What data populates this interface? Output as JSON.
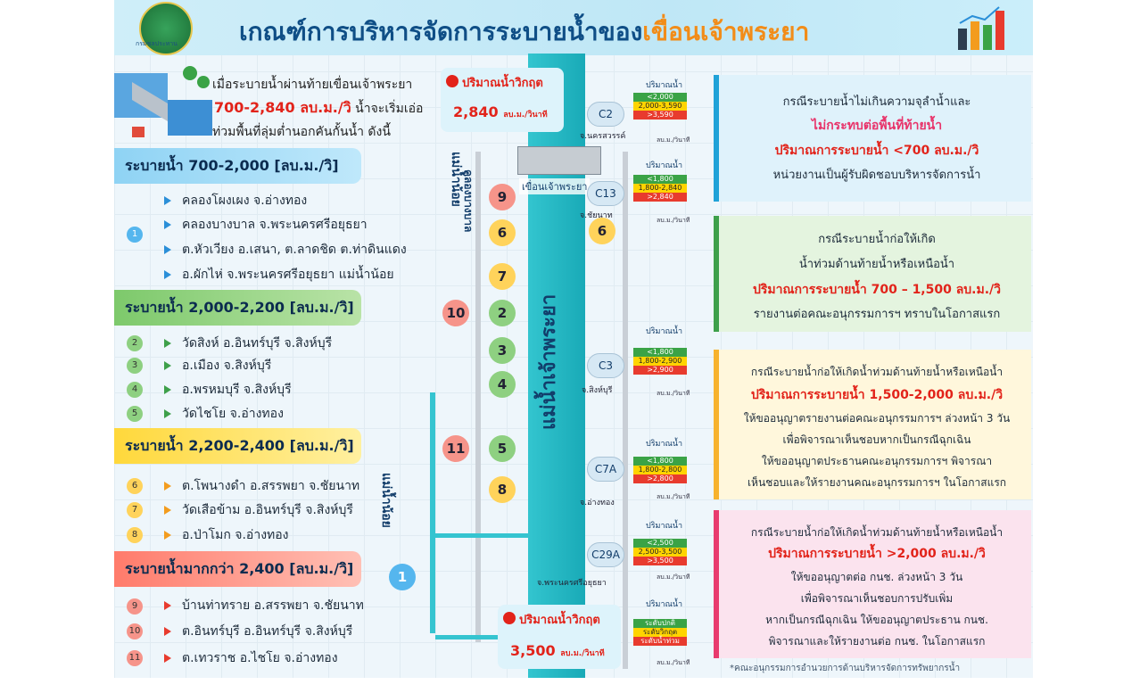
{
  "header": {
    "title_main": "เกณฑ์การบริหารจัดการระบายน้ำของ",
    "title_highlight": "เขื่อนเจ้าพระยา",
    "logo_text": "กรมชลประทาน"
  },
  "intro": {
    "line1": "เมื่อระบายน้ำผ่านท้ายเขื่อนเจ้าพระยา",
    "line2_red": "700-2,840 ลบ.ม./วิ",
    "line2_rest": " น้ำจะเริ่มเอ่อ",
    "line3": "ท่วมพื้นที่ลุ่มต่ำนอกคันกั้นน้ำ ดังนี้"
  },
  "bands": {
    "b1": "ระบายน้ำ 700-2,000 [ลบ.ม./วิ]",
    "b2": "ระบายน้ำ 2,000-2,200 [ลบ.ม./วิ]",
    "b3": "ระบายน้ำ 2,200-2,400 [ลบ.ม./วิ]",
    "b4": "ระบายน้ำมากกว่า 2,400 [ลบ.ม./วิ]"
  },
  "group1_num": "1",
  "group1": [
    "คลองโผงเผง  จ.อ่างทอง",
    "คลองบางบาล จ.พระนครศรีอยุธยา",
    "ต.หัวเวียง อ.เสนา, ต.ลาดชิด ต.ท่าดินแดง",
    "อ.ผักไห่ จ.พระนครศรีอยุธยา แม่น้ำน้อย"
  ],
  "group2": [
    {
      "num": "2",
      "text": "วัดสิงห์ อ.อินทร์บุรี จ.สิงห์บุรี"
    },
    {
      "num": "3",
      "text": "อ.เมือง จ.สิงห์บุรี"
    },
    {
      "num": "4",
      "text": "อ.พรหมบุรี จ.สิงห์บุรี"
    },
    {
      "num": "5",
      "text": "วัดไชโย จ.อ่างทอง"
    }
  ],
  "group3": [
    {
      "num": "6",
      "text": "ต.โพนางดำ อ.สรรพยา จ.ชัยนาท"
    },
    {
      "num": "7",
      "text": "วัดเสือข้าม อ.อินทร์บุรี จ.สิงห์บุรี"
    },
    {
      "num": "8",
      "text": "อ.ป่าโมก จ.อ่างทอง"
    }
  ],
  "group4": [
    {
      "num": "9",
      "text": "บ้านท่าทราย อ.สรรพยา จ.ชัยนาท"
    },
    {
      "num": "10",
      "text": "ต.อินทร์บุรี อ.อินทร์บุรี จ.สิงห์บุรี"
    },
    {
      "num": "11",
      "text": "ต.เทวราช อ.ไชโย จ.อ่างทอง"
    }
  ],
  "map": {
    "river_label": "แม่น้ำเจ้าพระยา",
    "canal1": "แม่น้ำน้อย",
    "canal2": "คลองบางบาล",
    "canal3": "แม่น้ำน้อย",
    "dam_label": "เขื่อนเจ้าพระยา",
    "crit_label": "ปริมาณน้ำวิกฤต",
    "crit_top": "2,840",
    "crit_bottom": "3,500",
    "crit_unit": "ลบ.ม./วินาที",
    "circle_labels": [
      "9",
      "6",
      "7",
      "2",
      "3",
      "4",
      "5",
      "8",
      "10",
      "11",
      "1"
    ]
  },
  "stations": [
    {
      "code": "C2",
      "place": "จ.นครสวรรค์",
      "head": "ปริมาณน้ำ",
      "g": "<2,000",
      "y": "2,000-3,590",
      "r": ">3,590",
      "unit": "ลบ.ม./วินาที"
    },
    {
      "code": "C13",
      "place": "จ.ชัยนาท",
      "head": "ปริมาณน้ำ",
      "g": "<1,800",
      "y": "1,800-2,840",
      "r": ">2,840",
      "unit": "ลบ.ม./วินาที"
    },
    {
      "code": "C3",
      "place": "จ.สิงห์บุรี",
      "head": "ปริมาณน้ำ",
      "g": "<1,800",
      "y": "1,800-2,900",
      "r": ">2,900",
      "unit": "ลบ.ม./วินาที"
    },
    {
      "code": "C7A",
      "place": "จ.อ่างทอง",
      "head": "ปริมาณน้ำ",
      "g": "<1,800",
      "y": "1,800-2,800",
      "r": ">2,800",
      "unit": "ลบ.ม./วินาที"
    },
    {
      "code": "C29A",
      "place": "จ.พระนครศรีอยุธยา",
      "head": "ปริมาณน้ำ",
      "g": "<2,500",
      "y": "2,500-3,500",
      "r": ">3,500",
      "unit": "ลบ.ม./วินาที"
    }
  ],
  "legend": {
    "head": "ปริมาณน้ำ",
    "g": "ระดับปกติ",
    "y": "ระดับวิกฤต",
    "r": "ระดับน้ำท่วม",
    "unit": "ลบ.ม./วินาที"
  },
  "cards": {
    "k1": [
      "กรณีระบายน้ำไม่เกินความจุลำน้ำและ",
      "ไม่กระทบต่อพื้นที่ท้ายน้ำ",
      "ปริมาณการระบายน้ำ <700 ลบ.ม./วิ",
      "หน่วยงานเป็นผู้รับผิดชอบบริหารจัดการน้ำ"
    ],
    "k2": [
      "กรณีระบายน้ำก่อให้เกิด",
      "น้ำท่วมด้านท้ายน้ำหรือเหนือน้ำ",
      "ปริมาณการระบายน้ำ 700 – 1,500 ลบ.ม./วิ",
      "รายงานต่อคณะอนุกรรมการฯ ทราบในโอกาสแรก"
    ],
    "k3": [
      "กรณีระบายน้ำก่อให้เกิดน้ำท่วมด้านท้ายน้ำหรือเหนือน้ำ",
      "ปริมาณการระบายน้ำ 1,500-2,000 ลบ.ม./วิ",
      "ให้ขออนุญาตรายงานต่อคณะอนุกรรมการฯ ล่วงหน้า 3 วัน",
      "เพื่อพิจารณาเห็นชอบหากเป็นกรณีฉุกเฉิน",
      "ให้ขออนุญาตประธานคณะอนุกรรมการฯ พิจารณา",
      "เห็นชอบและให้รายงานคณะอนุกรรมการฯ ในโอกาสแรก"
    ],
    "k4": [
      "กรณีระบายน้ำก่อให้เกิดน้ำท่วมด้านท้ายน้ำหรือเหนือน้ำ",
      "ปริมาณการระบายน้ำ >2,000 ลบ.ม./วิ",
      "ให้ขออนุญาตต่อ กนช. ล่วงหน้า 3 วัน",
      "เพื่อพิจารณาเห็นชอบการปรับเพิ่ม",
      "หากเป็นกรณีฉุกเฉิน ให้ขออนุญาตประธาน กนช.",
      "พิจารณาและให้รายงานต่อ กนช. ในโอกาสแรก"
    ]
  },
  "footnote": "*คณะอนุกรรมการอำนวยการด้านบริหารจัดการทรัพยากรน้ำ",
  "colors": {
    "accent": "#0f4e86",
    "critical": "#e2231a",
    "highlight": "#f28c18",
    "normal": "#3aa346",
    "warn": "#ffd400",
    "flood": "#e83b2e"
  }
}
